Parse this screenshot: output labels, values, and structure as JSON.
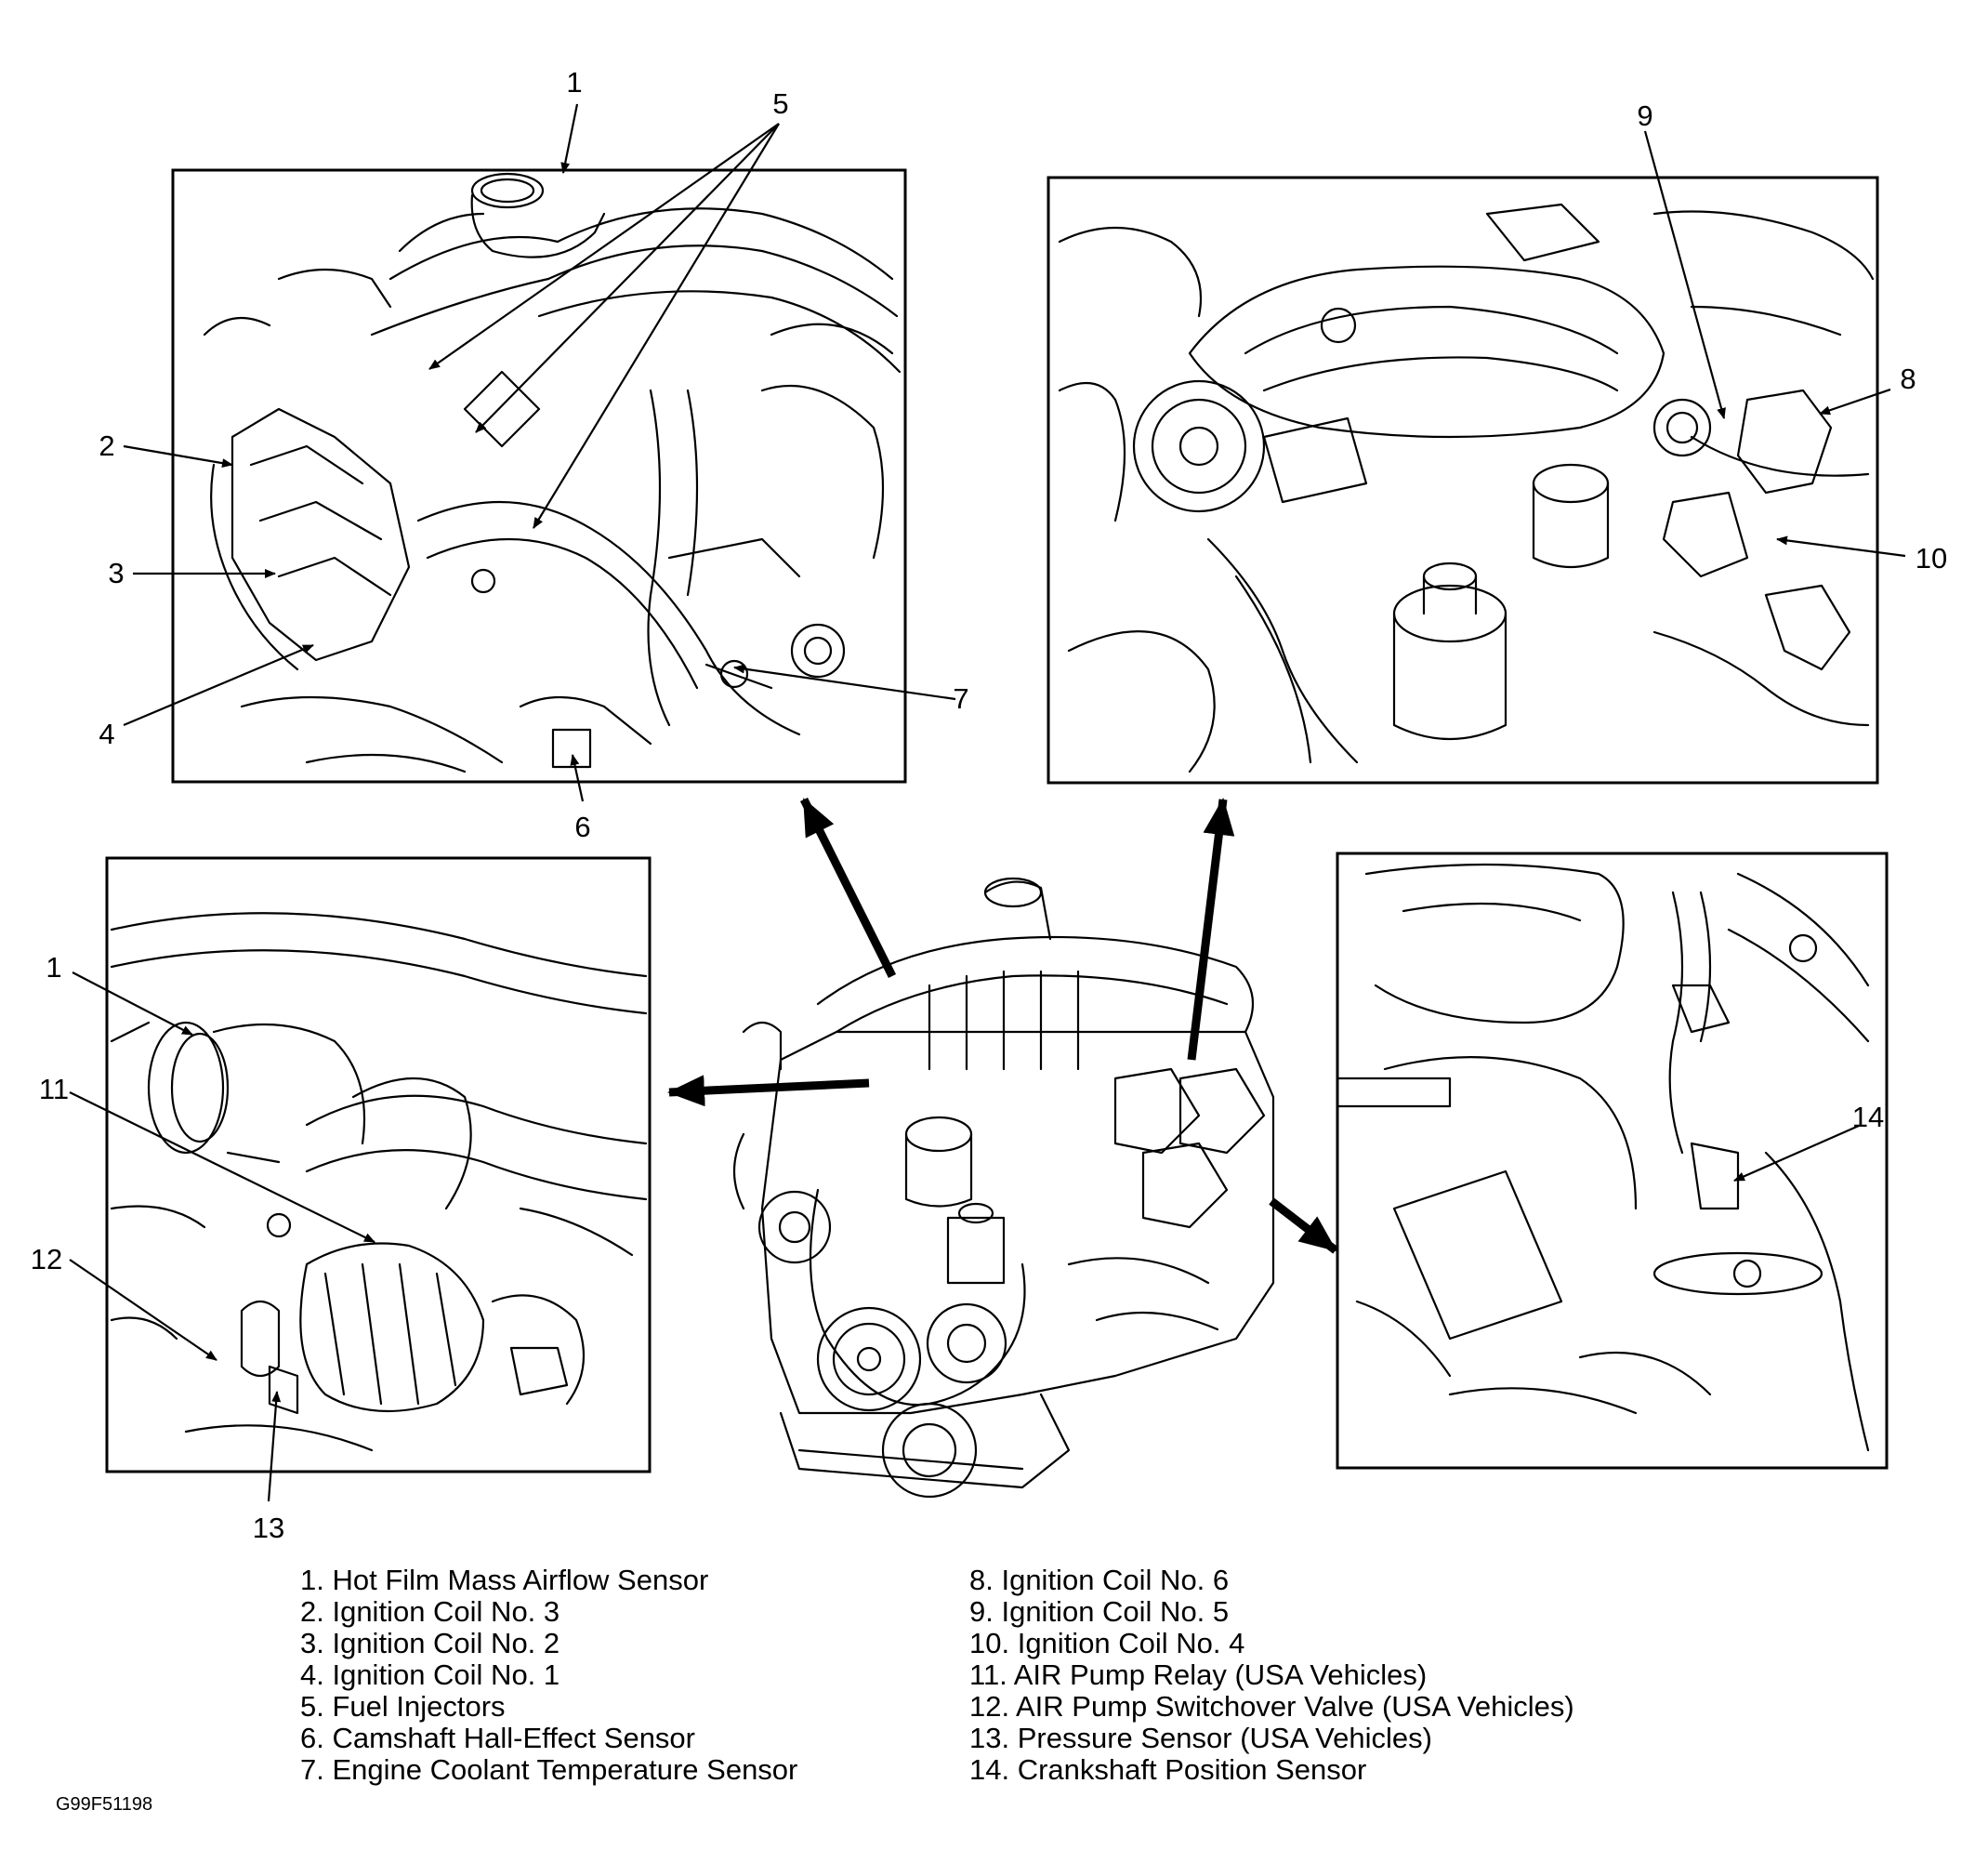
{
  "callouts": {
    "p1": [
      "1",
      "5",
      "2",
      "3",
      "4",
      "6",
      "7"
    ],
    "p2": [
      "9",
      "8",
      "10"
    ],
    "p3": [
      "1",
      "11",
      "12",
      "13"
    ],
    "p4": [
      "14"
    ]
  },
  "legend": {
    "left": [
      "1. Hot Film Mass Airflow Sensor",
      "2. Ignition Coil No. 3",
      "3. Ignition Coil No. 2",
      "4. Ignition Coil No. 1",
      "5. Fuel Injectors",
      "6. Camshaft Hall-Effect Sensor",
      "7. Engine Coolant Temperature Sensor"
    ],
    "right": [
      "8. Ignition Coil No. 6",
      "9. Ignition Coil No. 5",
      "10. Ignition Coil No. 4",
      "11. AIR Pump Relay (USA Vehicles)",
      "12. AIR Pump Switchover Valve (USA Vehicles)",
      "13. Pressure Sensor (USA Vehicles)",
      "14. Crankshaft Position Sensor"
    ]
  },
  "figure_code": "G99F51198"
}
